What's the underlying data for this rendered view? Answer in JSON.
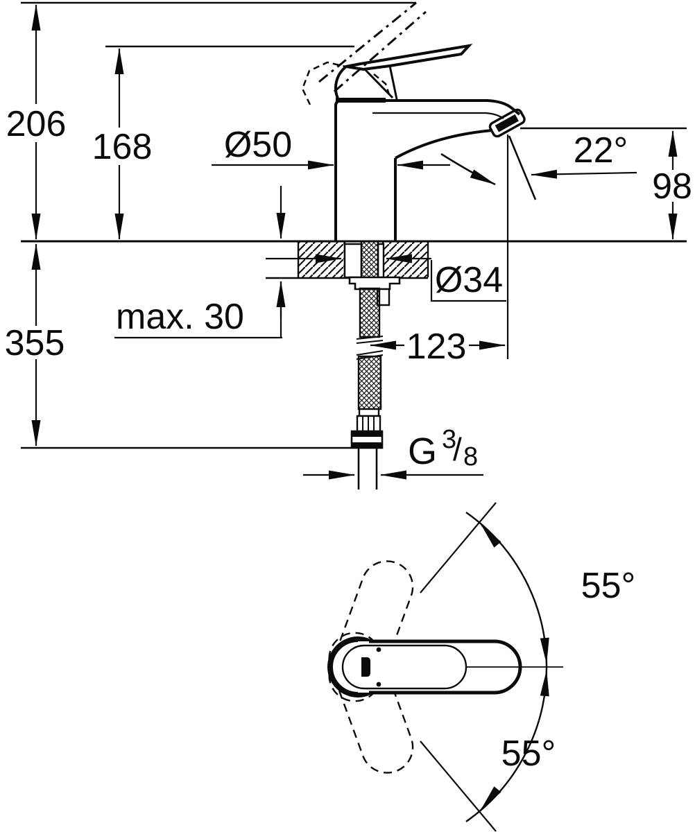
{
  "drawing": {
    "side_view": {
      "total_height": "206",
      "spout_height": "168",
      "body_diameter": "Ø50",
      "stream_angle": "22°",
      "outlet_height": "98",
      "hole_diameter": "Ø34",
      "max_deck_thickness": "max. 30",
      "hose_drop": "355",
      "spout_reach": "123",
      "thread_letter": "G",
      "thread_numerator": "3",
      "thread_slash": "/",
      "thread_denominator": "8"
    },
    "top_view": {
      "swing_upper": "55°",
      "swing_lower": "55°"
    }
  }
}
